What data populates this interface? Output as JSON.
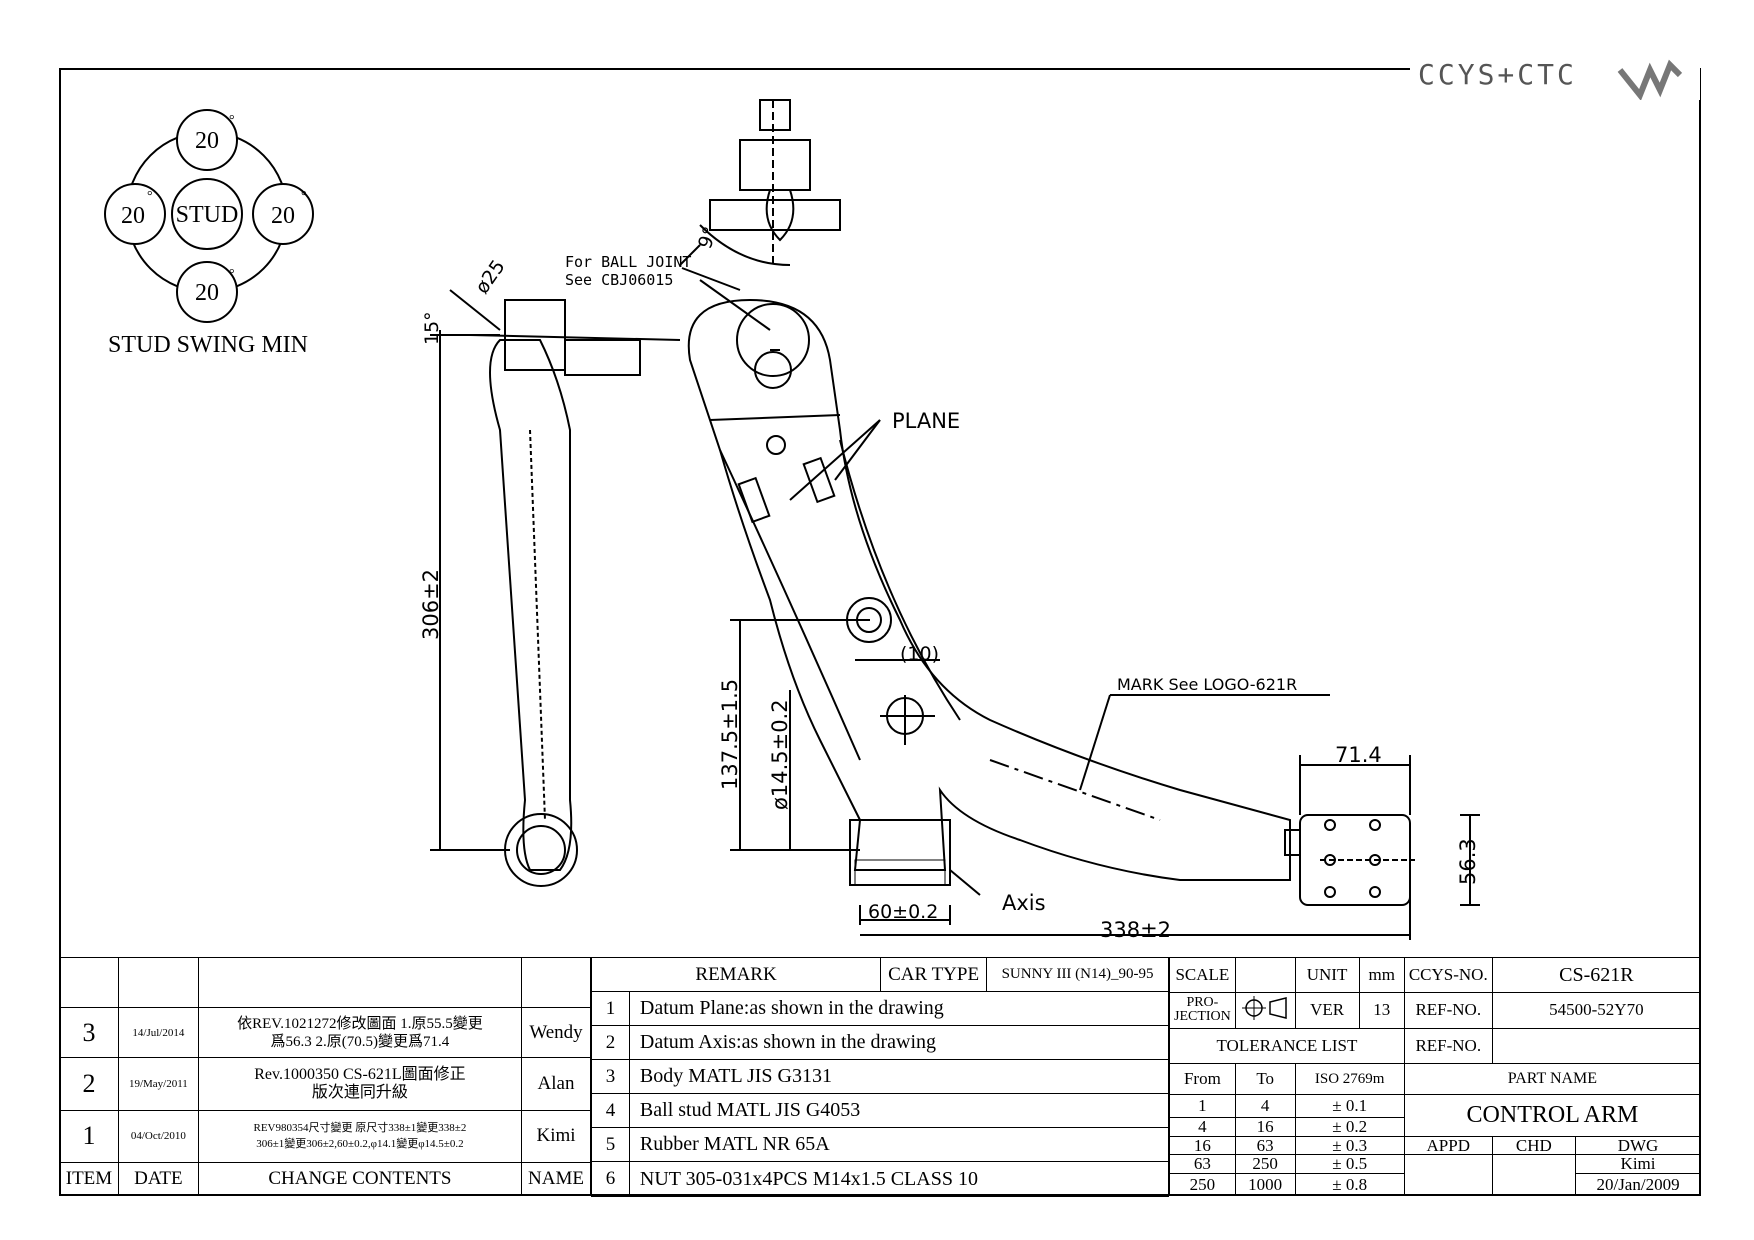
{
  "logo": {
    "text": "CCYS+CTC"
  },
  "swing": {
    "top": "20",
    "left": "20",
    "right": "20",
    "bottom": "20",
    "center": "STUD",
    "degree": "°",
    "caption": "STUD SWING MIN"
  },
  "annotations": {
    "ball_joint": "For BALL JOINT",
    "ball_joint_ref": "See CBJ06015",
    "angle_9": "9°",
    "dia25": "ø25",
    "angle_15": "15°",
    "plane": "PLANE",
    "len306": "306±2",
    "ten": "(10)",
    "mark": "MARK See LOGO-621R",
    "len137": "137.5±1.5",
    "dia14": "ø14.5±0.2",
    "d71": "71.4",
    "d56": "56.3",
    "d60": "60±0.2",
    "axis": "Axis",
    "d338": "338±2"
  },
  "revisions": {
    "header": {
      "item": "ITEM",
      "date": "DATE",
      "contents": "CHANGE CONTENTS",
      "name": "NAME"
    },
    "rows": [
      {
        "item": "3",
        "date": "14/Jul/2014",
        "contents1": "依REV.1021272修改圖面 1.原55.5變更",
        "contents2": "爲56.3 2.原(70.5)變更爲71.4",
        "name": "Wendy"
      },
      {
        "item": "2",
        "date": "19/May/2011",
        "contents1": "Rev.1000350 CS-621L圖面修正",
        "contents2": "版次連同升級",
        "name": "Alan"
      },
      {
        "item": "1",
        "date": "04/Oct/2010",
        "contents1": "REV980354尺寸變更 原尺寸338±1變更338±2",
        "contents2": "306±1變更306±2,60±0.2,φ14.1變更φ14.5±0.2",
        "name": "Kimi"
      }
    ]
  },
  "remark": {
    "header": "REMARK",
    "car_type_label": "CAR TYPE",
    "car_type": "SUNNY III (N14)_90-95",
    "items": [
      {
        "no": "1",
        "text": "Datum Plane:as shown in the drawing"
      },
      {
        "no": "2",
        "text": "Datum Axis:as shown in the drawing"
      },
      {
        "no": "3",
        "text": "Body MATL JIS G3131"
      },
      {
        "no": "4",
        "text": "Ball stud MATL JIS G4053"
      },
      {
        "no": "5",
        "text": "Rubber MATL NR 65A"
      },
      {
        "no": "6",
        "text": "NUT 305-031x4PCS M14x1.5 CLASS 10"
      }
    ]
  },
  "spec": {
    "scale_label": "SCALE",
    "scale": "",
    "unit_label": "UNIT",
    "unit": "mm",
    "projection_label1": "PRO-",
    "projection_label2": "JECTION",
    "ver_label": "VER",
    "ver": "13",
    "tolerance_title": "TOLERANCE LIST",
    "tol_header": {
      "from": "From",
      "to": "To",
      "iso": "ISO 2769m"
    },
    "tolerances": [
      {
        "from": "1",
        "to": "4",
        "tol": "± 0.1"
      },
      {
        "from": "4",
        "to": "16",
        "tol": "± 0.2"
      },
      {
        "from": "16",
        "to": "63",
        "tol": "± 0.3"
      },
      {
        "from": "63",
        "to": "250",
        "tol": "± 0.5"
      },
      {
        "from": "250",
        "to": "1000",
        "tol": "± 0.8"
      }
    ],
    "ccys_label": "CCYS-NO.",
    "ccys_no": "CS-621R",
    "ref_label": "REF-NO.",
    "ref_no": "54500-52Y70",
    "ref_label2": "REF-NO.",
    "ref_no2": "",
    "part_name_label": "PART NAME",
    "part_name": "CONTROL ARM",
    "appd": "APPD",
    "chd": "CHD",
    "dwg": "DWG",
    "dwg_by": "Kimi",
    "dwg_date": "20/Jan/2009"
  }
}
